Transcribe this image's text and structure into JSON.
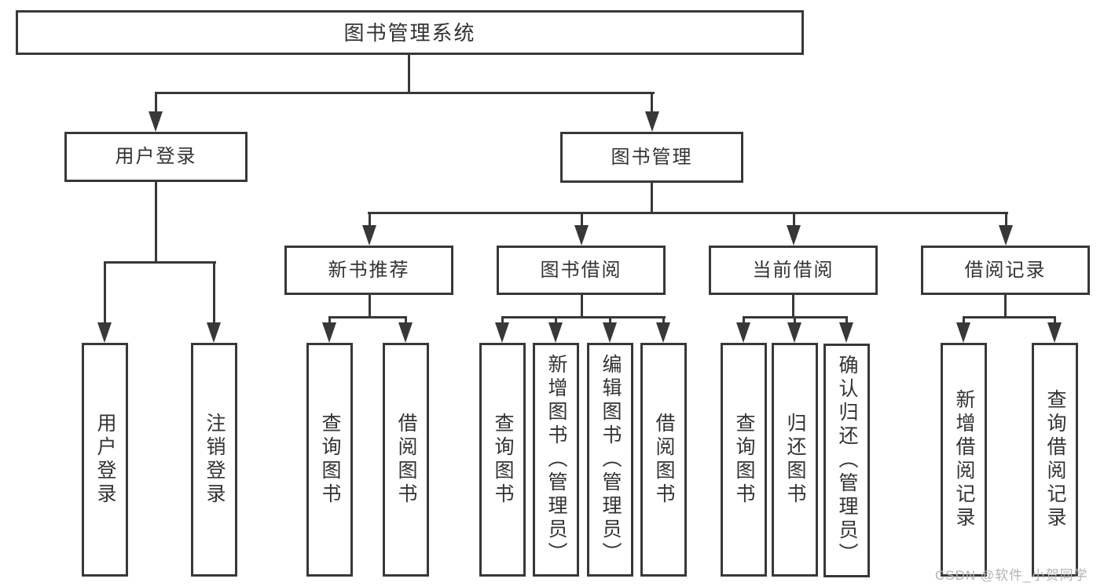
{
  "diagram": {
    "root": {
      "label": "图书管理系统"
    },
    "level2": [
      {
        "label": "用户登录"
      },
      {
        "label": "图书管理"
      }
    ],
    "login_children": [
      {
        "label": "用户登录"
      },
      {
        "label": "注销登录"
      }
    ],
    "level3": [
      {
        "label": "新书推荐"
      },
      {
        "label": "图书借阅"
      },
      {
        "label": "当前借阅"
      },
      {
        "label": "借阅记录"
      }
    ],
    "newbook_children": [
      {
        "label": "查询图书"
      },
      {
        "label": "借阅图书"
      }
    ],
    "borrow_children": [
      {
        "label": "查询图书"
      },
      {
        "label": "新增图书（管理员）"
      },
      {
        "label": "编辑图书（管理员）"
      },
      {
        "label": "借阅图书"
      }
    ],
    "current_children": [
      {
        "label": "查询图书"
      },
      {
        "label": "归还图书"
      },
      {
        "label": "确认归还（管理员）"
      }
    ],
    "record_children": [
      {
        "label": "新增借阅记录"
      },
      {
        "label": "查询借阅记录"
      }
    ]
  },
  "watermark": {
    "text": "CSDN @软件_小贺同学"
  },
  "colors": {
    "line": "#383838",
    "text": "#333333",
    "watermark": "#b3b3b3",
    "background": "#ffffff"
  }
}
